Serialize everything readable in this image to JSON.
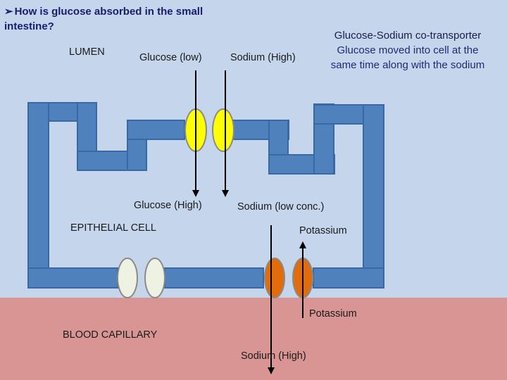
{
  "question": "How is glucose absorbed in the small intestine?",
  "labels": {
    "lumen": "LUMEN",
    "glucose_low": "Glucose (low)",
    "sodium_high_top": "Sodium (High)",
    "glucose_high": "Glucose (High)",
    "sodium_low": "Sodium (low conc.)",
    "epithelial_cell": "EPITHELIAL CELL",
    "potassium_in": "Potassium",
    "potassium_out": "Potassium",
    "blood_capillary": "BLOOD CAPILLARY",
    "sodium_high_bottom": "Sodium (High)"
  },
  "cotransporter": {
    "title": "Glucose-Sodium co-transporter",
    "line1": "Glucose moved into cell at the",
    "line2": "same time along with the sodium"
  },
  "colors": {
    "membrane": "#4f81bd",
    "membrane_edge": "#3a68a5",
    "transporter_top": "#ffff00",
    "channel_bottom": "#eef2e2",
    "pump": "#e36c0a",
    "blood": "#d99594",
    "lumen": "#c5d6ec"
  }
}
